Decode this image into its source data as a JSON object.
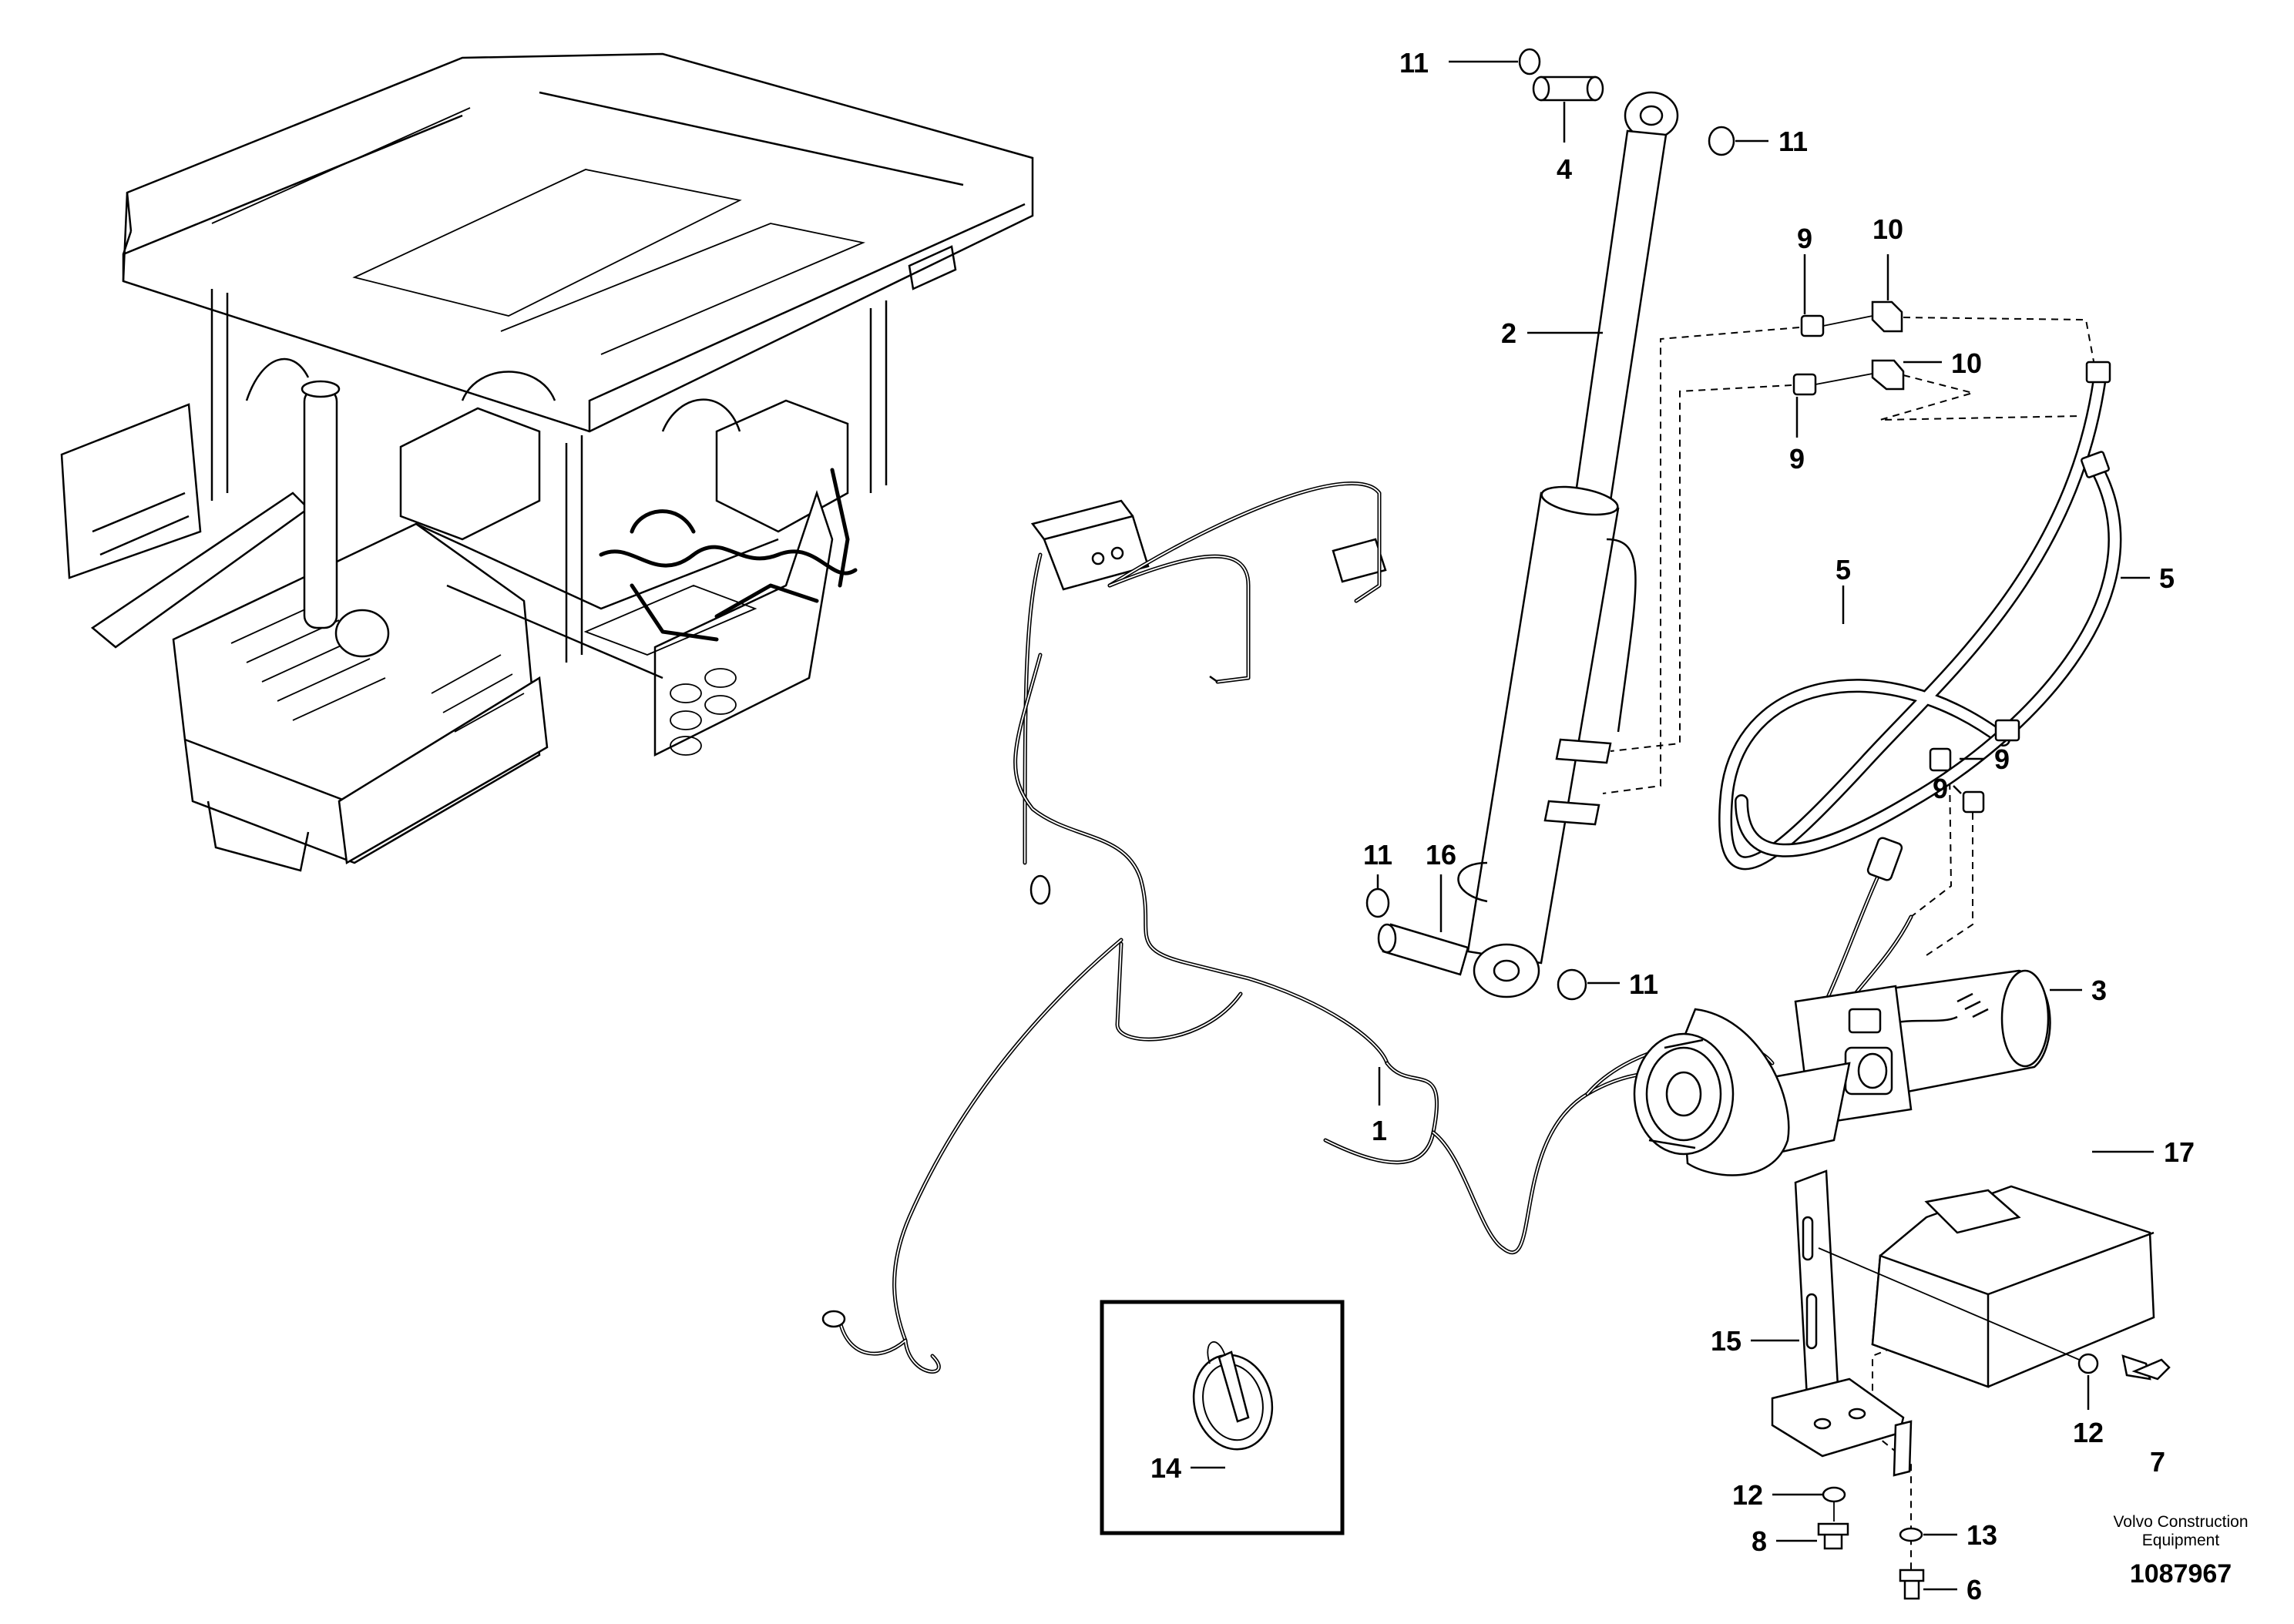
{
  "diagram": {
    "credit_line1": "Volvo Construction",
    "credit_line2": "Equipment",
    "drawing_number": "1087967",
    "callouts": [
      {
        "id": "c-11a",
        "label": "11"
      },
      {
        "id": "c-4",
        "label": "4"
      },
      {
        "id": "c-11b",
        "label": "11"
      },
      {
        "id": "c-9a",
        "label": "9"
      },
      {
        "id": "c-10a",
        "label": "10"
      },
      {
        "id": "c-2",
        "label": "2"
      },
      {
        "id": "c-10b",
        "label": "10"
      },
      {
        "id": "c-9b",
        "label": "9"
      },
      {
        "id": "c-5a",
        "label": "5"
      },
      {
        "id": "c-5b",
        "label": "5"
      },
      {
        "id": "c-9c",
        "label": "9"
      },
      {
        "id": "c-9d",
        "label": "9"
      },
      {
        "id": "c-11c",
        "label": "11"
      },
      {
        "id": "c-16",
        "label": "16"
      },
      {
        "id": "c-11d",
        "label": "11"
      },
      {
        "id": "c-3",
        "label": "3"
      },
      {
        "id": "c-1",
        "label": "1"
      },
      {
        "id": "c-17",
        "label": "17"
      },
      {
        "id": "c-15",
        "label": "15"
      },
      {
        "id": "c-14",
        "label": "14"
      },
      {
        "id": "c-12a",
        "label": "12"
      },
      {
        "id": "c-7",
        "label": "7"
      },
      {
        "id": "c-12b",
        "label": "12"
      },
      {
        "id": "c-13",
        "label": "13"
      },
      {
        "id": "c-8",
        "label": "8"
      },
      {
        "id": "c-6",
        "label": "6"
      }
    ]
  }
}
